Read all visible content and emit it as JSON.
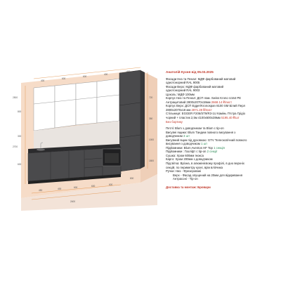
{
  "header": {
    "title": "Анатолій Кухня від 05.03.2025"
  },
  "colors": {
    "cabinet": "#4a4a4c",
    "dark": "#2b2b2d",
    "wall": "#f5d9c4",
    "accent_red": "#c0392b",
    "accent_green": "#2e8b57"
  },
  "drawing": {
    "dims": {
      "d1": "400",
      "d2": "600",
      "d3": "600",
      "d4": "400",
      "d5": "400",
      "d6": "800",
      "d7": "300",
      "d8": "600",
      "d9": "450",
      "d10": "400",
      "d11": "2400",
      "d12": "720",
      "d13": "350",
      "d14": "1000",
      "d15": "1800",
      "d16": "2500",
      "d17": "2700",
      "d18": "800",
      "d19": "600",
      "d20": "600",
      "d21": "600"
    }
  },
  "spec": {
    "l1": "Фасади Низ та Пенал: МДФ фарбований матовий",
    "l2": "однотонорний RAL 9005",
    "l3": "Фасади Верх: МДФ фарбований матовий",
    "l4": "однотонорний RAL 9003",
    "l5": "Цоколь: МДФ 100мм",
    "l6": "Корпус Низ та Пенал: ДСП лам. Swiss Krono U164 PE",
    "l7a": "Антрацитовий 2800х2070х18мм ",
    "l7b": "2668.14 ₴/лист",
    "l8": "Корпус Верх: ДСП Egger/Kronospan 8100 SM Білий Перл",
    "l9a": "2800х2070х18 мм ",
    "l9b": "2871.28 ₴/лист",
    "l10": "Стільниця: EGGER F206/ST9/R3-1U Камінь П'єтра Грідіо",
    "l11a": "чорний + пластик 2,5м 4100х600х38мм ",
    "l11b": "5195.40 ₴/шт",
    "l12": "Без бортику",
    "l13": "Петлі: Blum з доводчиком та Blum с tip-on",
    "l14": "Висувні ящики: Blum Тандем повного висування з",
    "l15a": "доводчиком ",
    "l15b": "3 шт",
    "l16": "Висувний ящик під духовкою: GTV Телескопічний повного",
    "l17a": "висування з доводчиком ",
    "l17b": "1 шт",
    "l18a": "Підйомники: Blum Aventos HF Top ",
    "l18b": "1 секція",
    "l19a": "Підйомники : Газліфт с tip-on ",
    "l19b": "2 секції",
    "l20": "Сушка: Хром 600мм Інокса",
    "l21": "Карго: Хром 200мм з доводчиком",
    "l22": "Підсвітка: Врізна, в алюмінієвому профілі, в дно верхніх",
    "l23": "секцій, по периметру кухні, вріи вліпчика",
    "l24": "Ручки: Низ - Фрезеровані",
    "l25": "Верх - Фасад опущений на 20мм для відкривання",
    "l26": "Антрасоні - Tip-on",
    "l27": "Доставка та монтаж: Бровари"
  }
}
